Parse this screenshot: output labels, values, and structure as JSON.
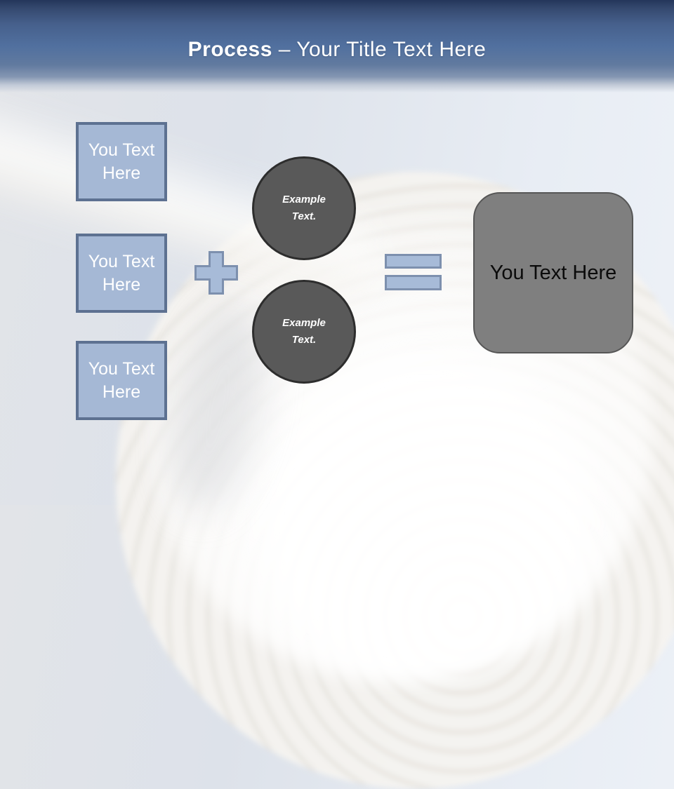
{
  "palette": {
    "header_top": "#24365a",
    "header_mid": "#51709f",
    "box_fill": "#a5b8d5",
    "box_border": "#5d7191",
    "operator_fill": "#a7bbd8",
    "operator_border": "#7d90ae",
    "circle_fill": "#595959",
    "circle_border": "#2d2d2d",
    "result_fill": "#7f7f7f",
    "result_border": "#565656"
  },
  "header": {
    "title_bold": "Process",
    "title_rest": "– Your Title Text Here"
  },
  "diagram": {
    "input_boxes": [
      {
        "label": "You Text Here"
      },
      {
        "label": "You Text Here"
      },
      {
        "label": "You Text Here"
      }
    ],
    "operators": {
      "plus": "plus-icon",
      "equals": "equals-icon"
    },
    "example_circles": [
      {
        "label": "Example Text."
      },
      {
        "label": "Example Text."
      }
    ],
    "result_box": {
      "label": "You Text Here"
    }
  }
}
